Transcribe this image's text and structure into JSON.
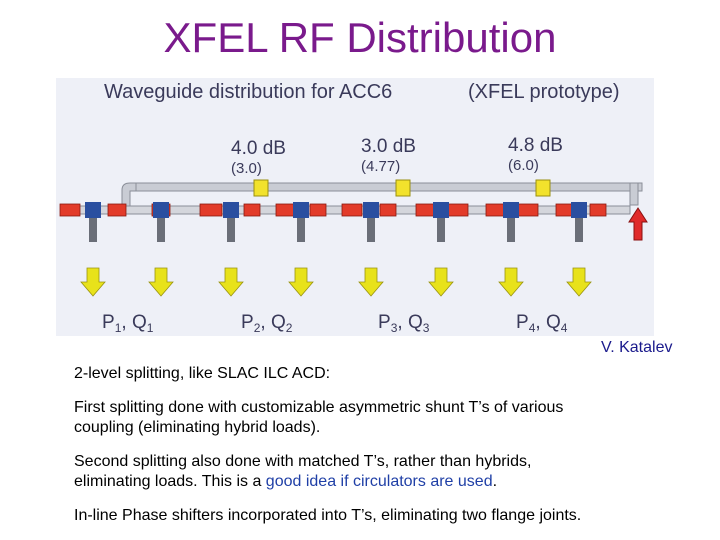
{
  "slide": {
    "title": "XFEL RF Distribution",
    "author": "V. Katalev"
  },
  "diagram": {
    "heading_left": "Waveguide distribution for ACC6",
    "heading_right": "(XFEL prototype)",
    "couplers": [
      {
        "db": "4.0 dB",
        "sub": "(3.0)"
      },
      {
        "db": "3.0 dB",
        "sub": "(4.77)"
      },
      {
        "db": "4.8 dB",
        "sub": "(6.0)"
      }
    ],
    "ports": [
      {
        "p": "P",
        "pi": "1",
        "sep": ", ",
        "q": "Q",
        "qi": "1"
      },
      {
        "p": "P",
        "pi": "2",
        "sep": ", ",
        "q": "Q",
        "qi": "2"
      },
      {
        "p": "P",
        "pi": "3",
        "sep": ", ",
        "q": "Q",
        "qi": "3"
      },
      {
        "p": "P",
        "pi": "4",
        "sep": ", ",
        "q": "Q",
        "qi": "4"
      }
    ],
    "colors": {
      "flange_red": "#e23b2a",
      "tee_blue": "#2a4fa0",
      "arrow_yellow": "#e8e21a",
      "input_arrow_red": "#e02a2a",
      "coupler_yellow": "#f2e22c",
      "label_text": "#3a3a5a"
    }
  },
  "notes": {
    "line1": "2-level splitting, like SLAC ILC ACD:",
    "p1_line1": "First splitting done with customizable asymmetric shunt T’s  of various",
    "p1_line2": "coupling (eliminating hybrid loads).",
    "p2_line1": "Second splitting also done with matched T’s, rather than hybrids,",
    "p2_line2_a": "eliminating loads.  This is a ",
    "p2_line2_b": "good idea if circulators are used",
    "p2_line2_c": ".",
    "p3": "In-line Phase shifters incorporated into T’s, eliminating two flange joints."
  }
}
